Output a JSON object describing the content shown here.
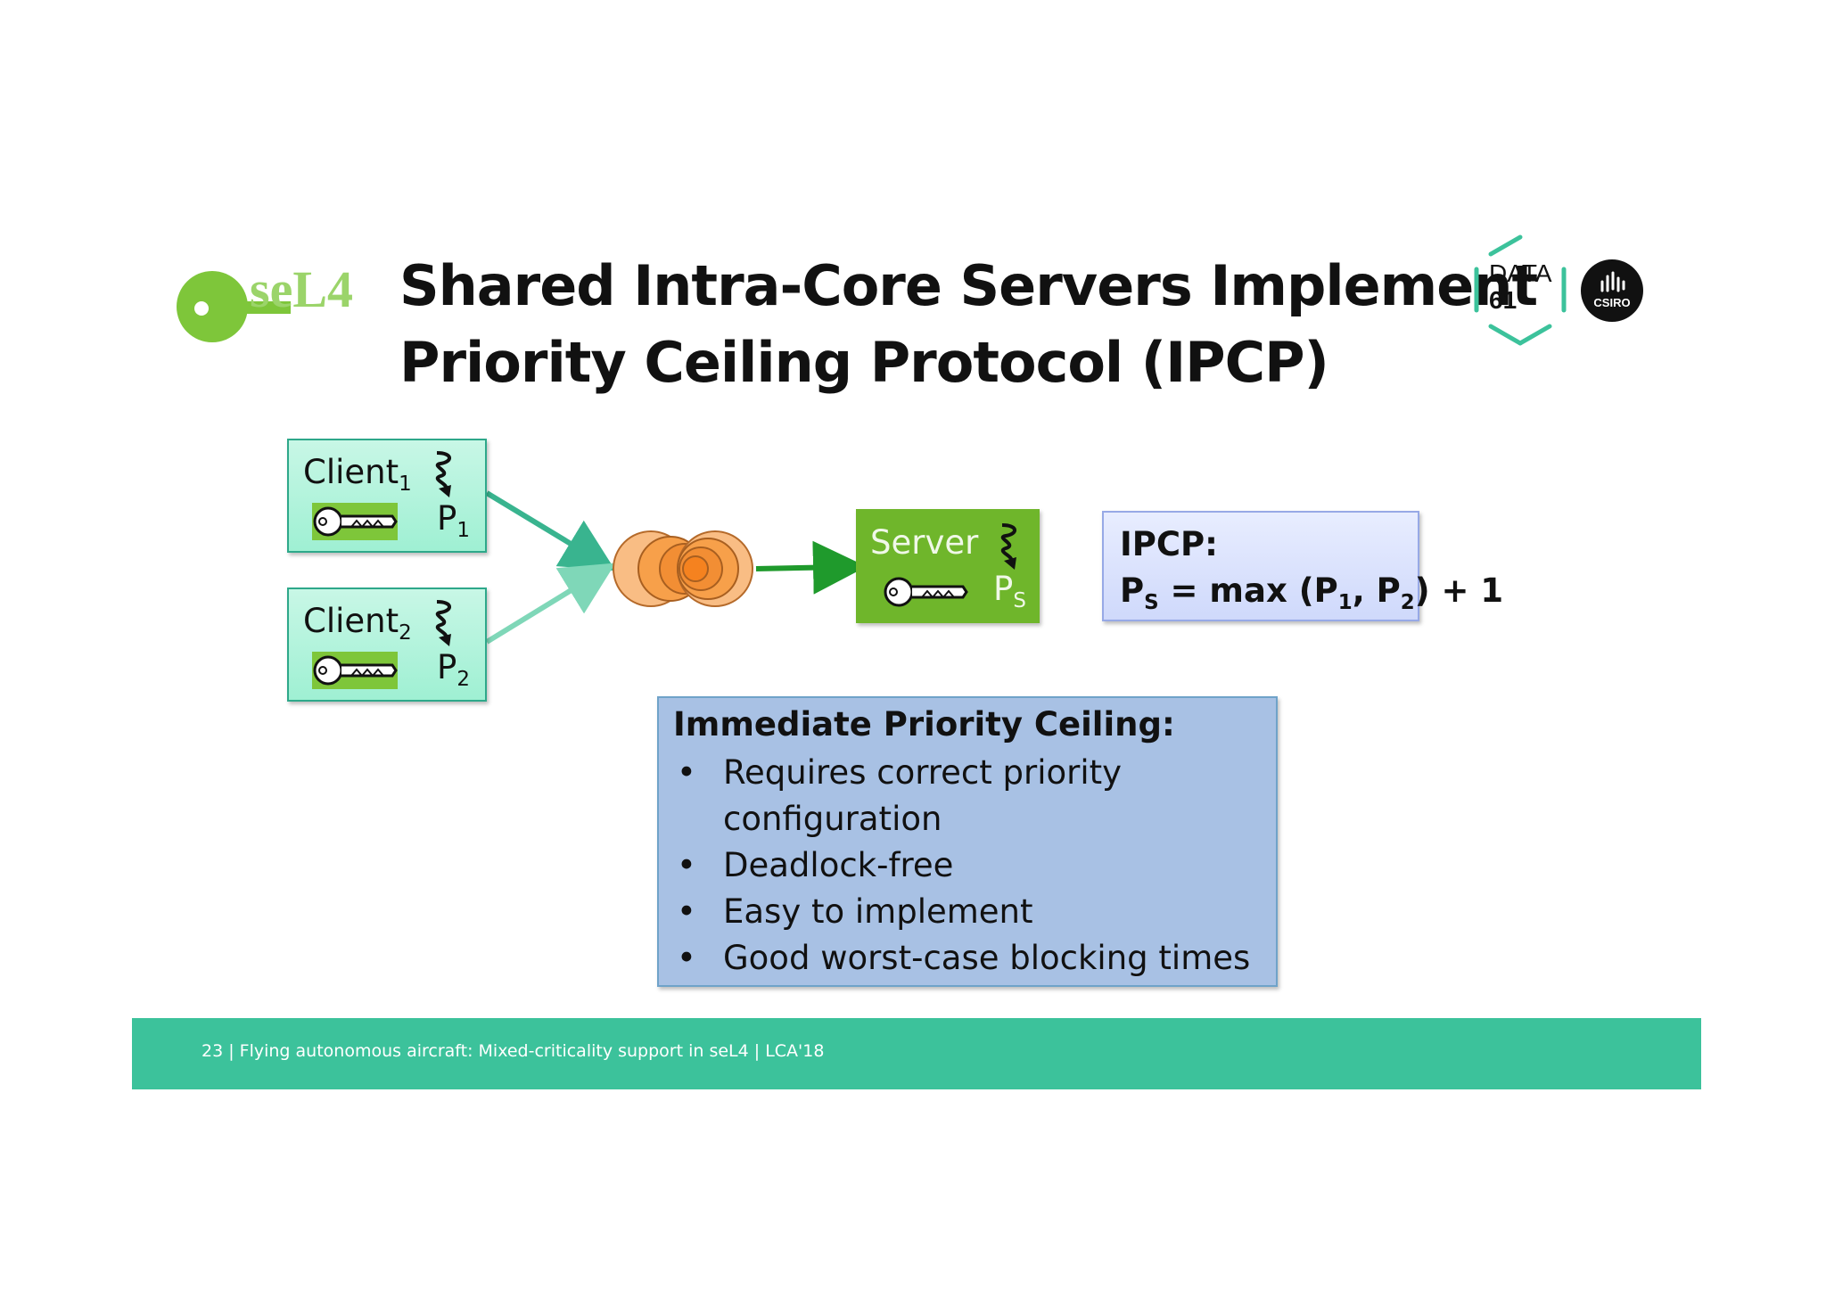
{
  "slide": {
    "title_line1": "Shared Intra-Core Servers Implement",
    "title_line2": "Priority Ceiling Protocol (IPCP)"
  },
  "logos": {
    "sel4": "seL4",
    "data61_line1": "DATA",
    "data61_line2": "61",
    "csiro": "CSIRO"
  },
  "diagram": {
    "client1": {
      "name": "Client",
      "name_sub": "1",
      "priority": "P",
      "priority_sub": "1"
    },
    "client2": {
      "name": "Client",
      "name_sub": "2",
      "priority": "P",
      "priority_sub": "2"
    },
    "server": {
      "name": "Server",
      "priority": "P",
      "priority_sub": "S"
    },
    "ipcp": {
      "heading": "IPCP:",
      "formula_p": "P",
      "formula_p_sub": "S",
      "formula_mid": " = max (P",
      "formula_sub1": "1",
      "formula_comma": ", P",
      "formula_sub2": "2",
      "formula_end": ") + 1"
    }
  },
  "immediate": {
    "heading": "Immediate Priority Ceiling:",
    "items": [
      "Requires correct priority configuration",
      "Deadlock-free",
      "Easy to implement",
      "Good worst-case blocking times"
    ]
  },
  "footer": {
    "text": "23  |  Flying autonomous aircraft: Mixed-criticality support in seL4  |  LCA'18"
  },
  "colors": {
    "footer_bar": "#3cc29b",
    "server_green": "#6fb62b",
    "client_mint": "#b4f3dc",
    "endpoint_orange": "#f7a04a",
    "arrow_green": "#1f9a2c",
    "arrow_teal": "#46c3a0"
  }
}
